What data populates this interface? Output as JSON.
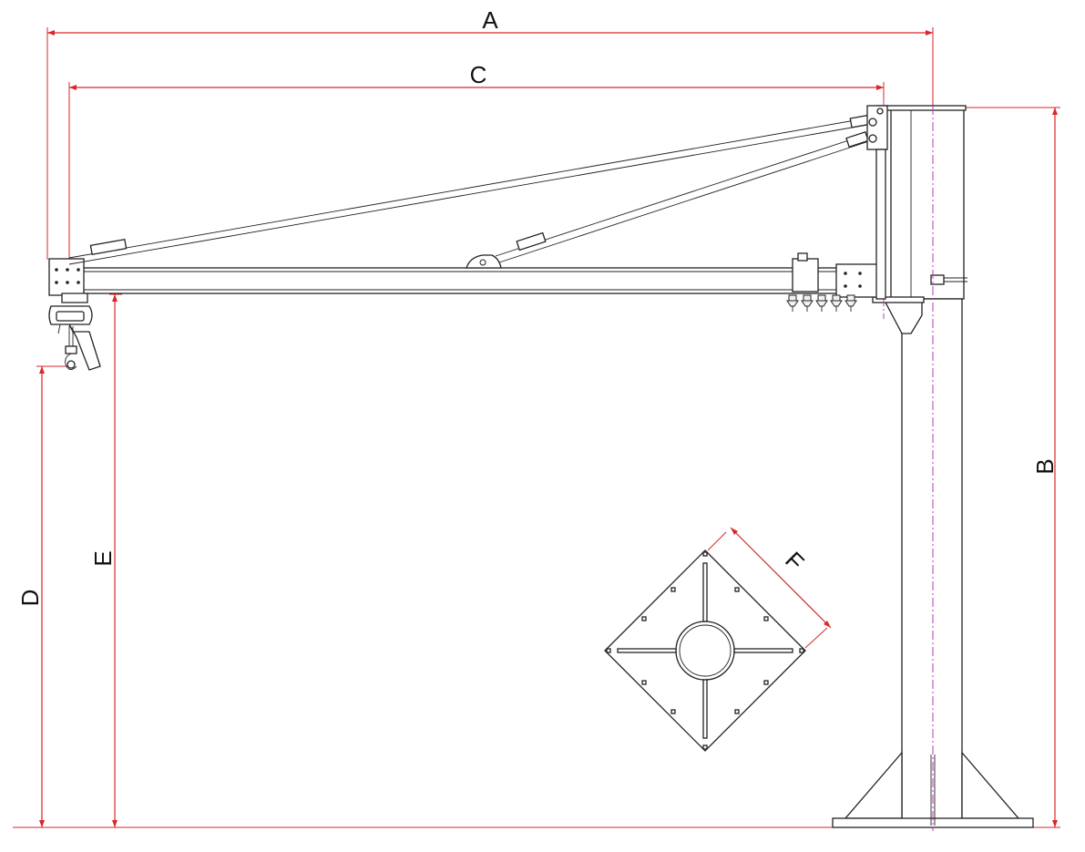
{
  "dimensions": {
    "a": "A",
    "b": "B",
    "c": "C",
    "d": "D",
    "e": "E",
    "f": "F"
  },
  "colors": {
    "dimension_lines": "#d9262a",
    "outline": "#222222",
    "center_axis": "#b43fb4",
    "background": "#ffffff"
  }
}
